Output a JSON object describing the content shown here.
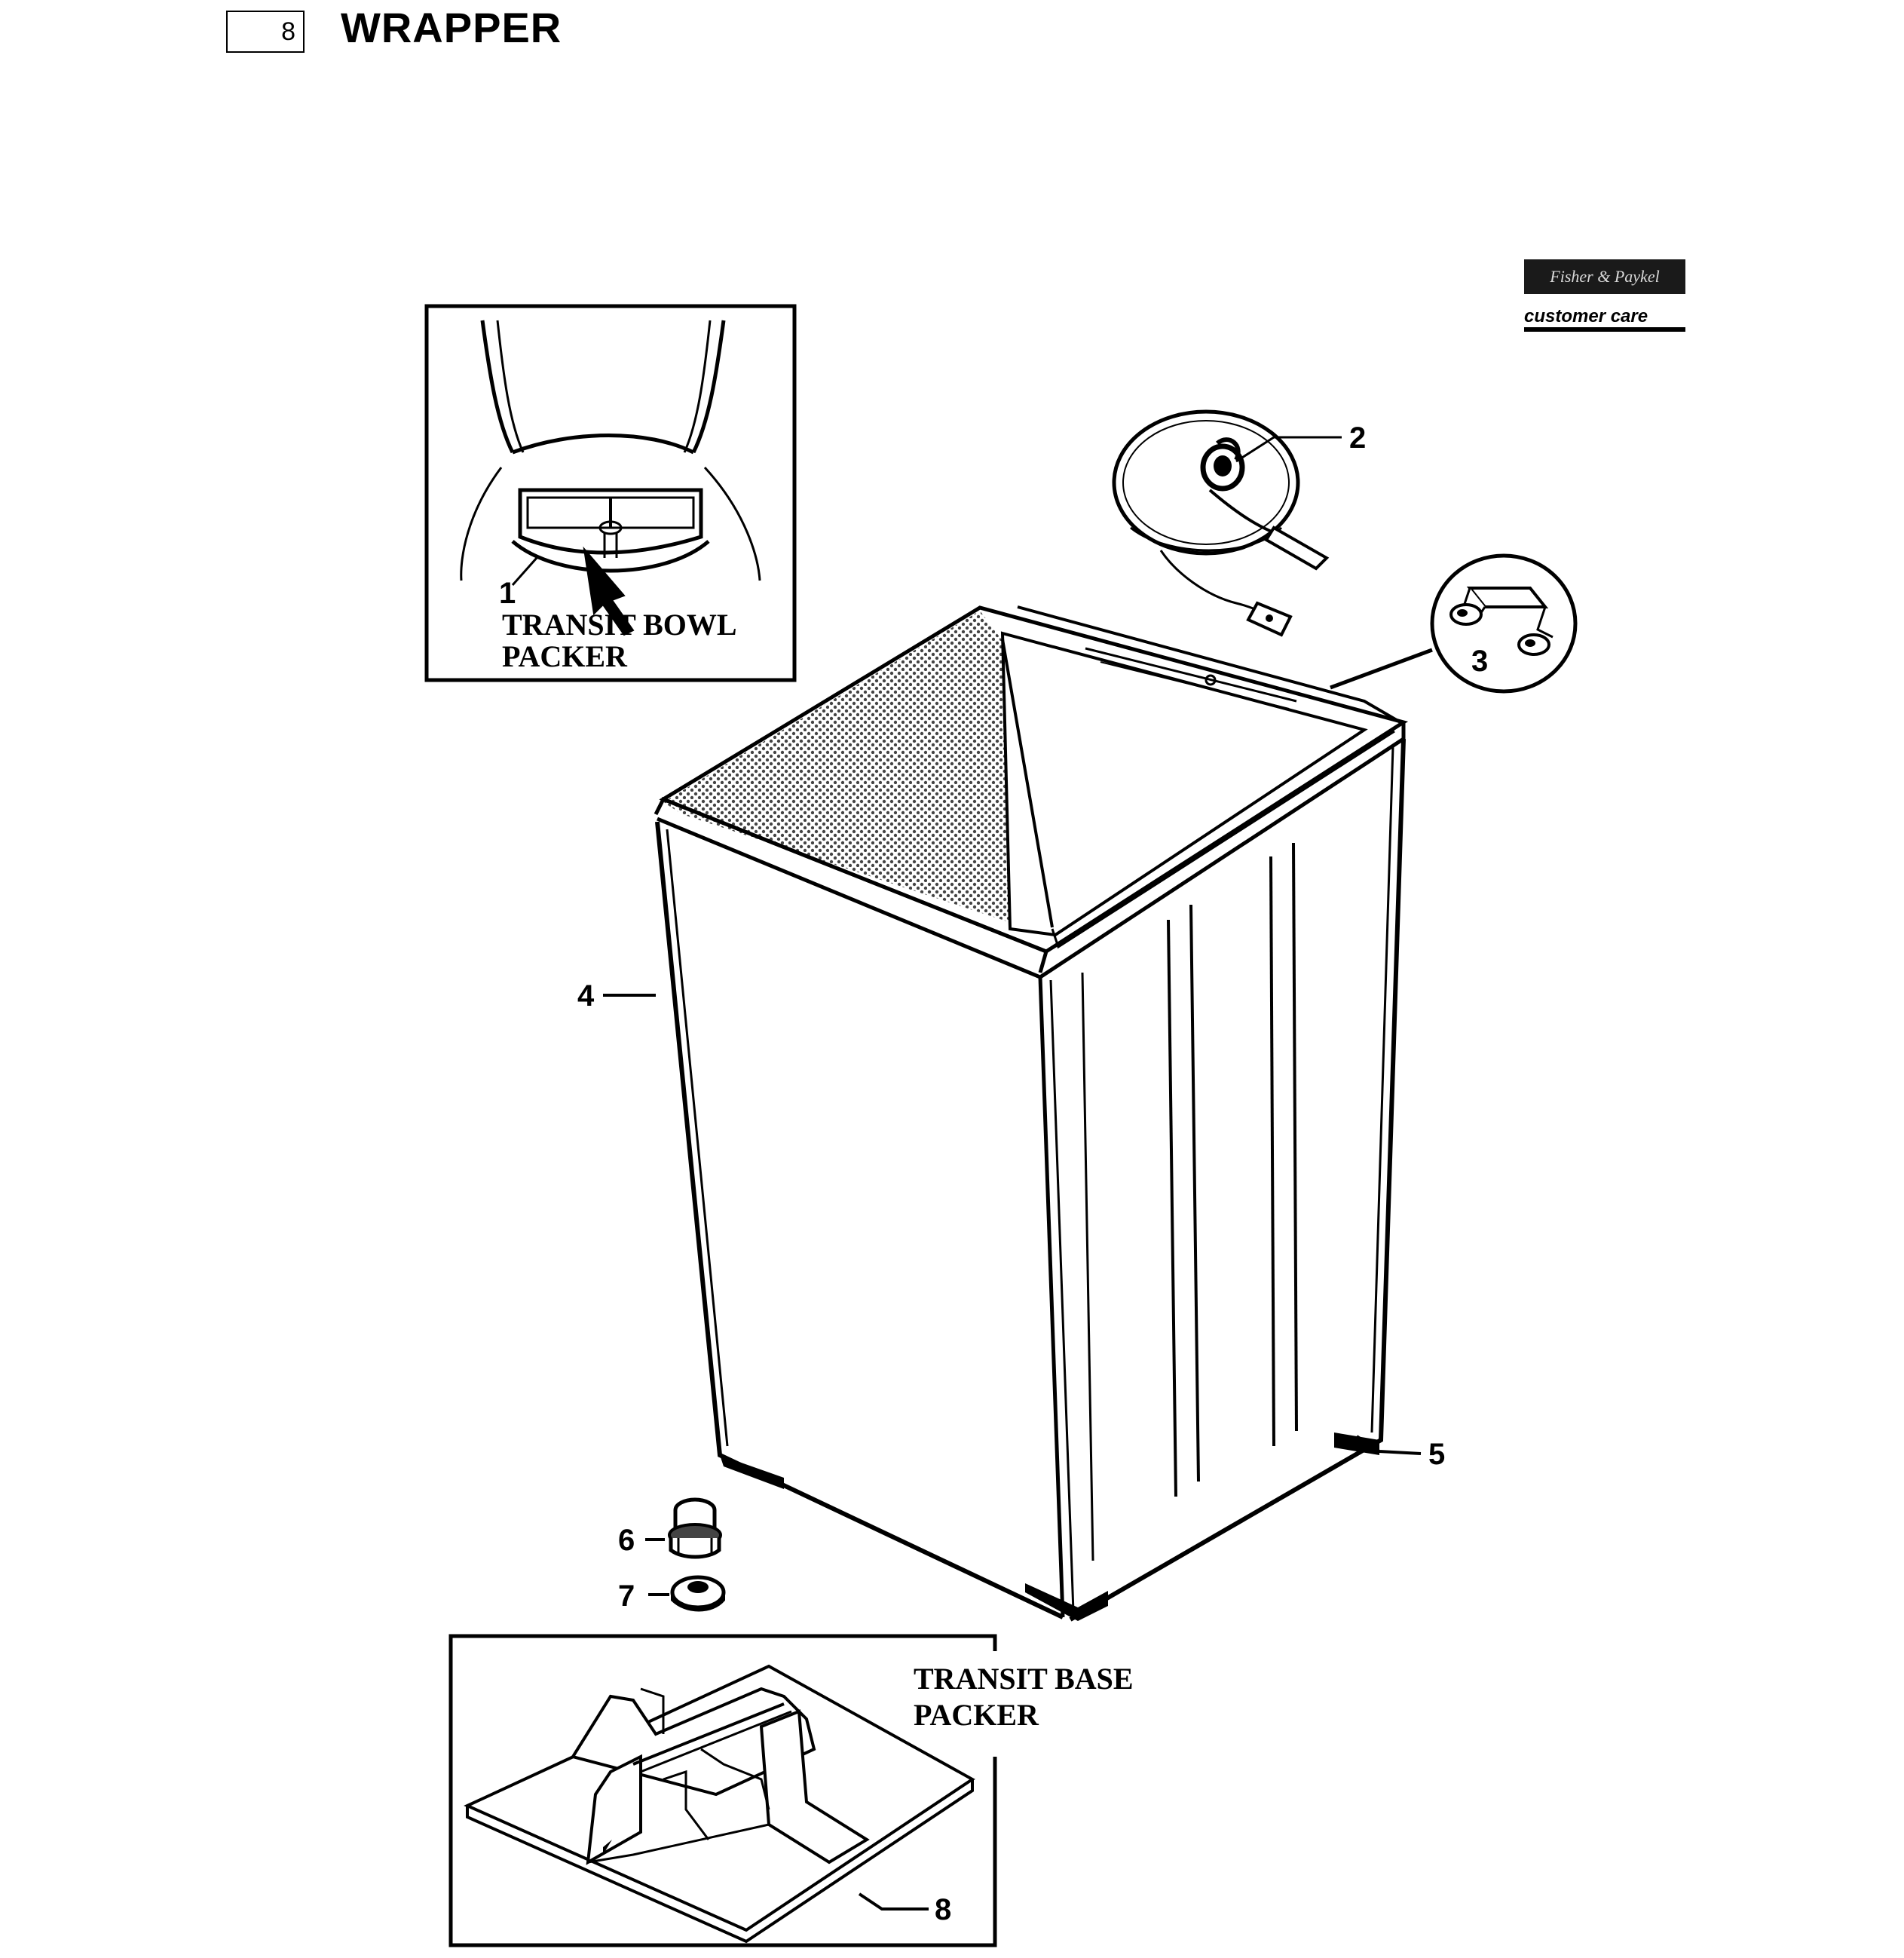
{
  "header": {
    "section_number": "8",
    "title": "WRAPPER"
  },
  "logo": {
    "line1": "Fisher & Paykel",
    "line2": "customer care"
  },
  "captions": {
    "bowl_packer_line1": "TRANSIT BOWL",
    "bowl_packer_line2": "PACKER",
    "base_packer_line1": "TRANSIT BASE",
    "base_packer_line2": "PACKER"
  },
  "callouts": {
    "c1": "1",
    "c2": "2",
    "c3": "3",
    "c4": "4",
    "c5": "5",
    "c6": "6",
    "c7": "7",
    "c8": "8"
  }
}
